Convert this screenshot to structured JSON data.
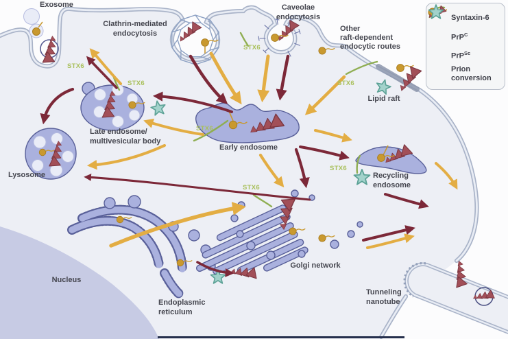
{
  "labels": {
    "exosome": "Exosome",
    "clathrin_l1": "Clathrin-mediated",
    "clathrin_l2": "endocytosis",
    "caveolae_l1": "Caveolae",
    "caveolae_l2": "endocytosis",
    "other_l1": "Other",
    "other_l2": "raft-dependent",
    "other_l3": "endocytic routes",
    "lipid_raft": "Lipid raft",
    "early_endosome": "Early endosome",
    "late_l1": "Late endosome/",
    "late_l2": "multivesicular body",
    "lysosome": "Lysosome",
    "recycling_l1": "Recycling",
    "recycling_l2": "endosome",
    "golgi": "Golgi network",
    "nucleus": "Nucleus",
    "er_l1": "Endoplasmic",
    "er_l2": "reticulum",
    "tnt_l1": "Tunneling",
    "tnt_l2": "nanotube",
    "stx6": "STX6"
  },
  "legend": {
    "syntaxin_label": "Syntaxin-6",
    "prpc_label": "PrP",
    "prpc_sup": "C",
    "prpsc_label": "PrP",
    "prpsc_sup": "Sc",
    "prion_l1": "Prion",
    "prion_l2": "conversion"
  },
  "colors": {
    "dark_red": "#7c2838",
    "gold": "#e3ad43",
    "gold_dark": "#c9992f",
    "membrane": "#a9b3c8",
    "interior": "#edeff5",
    "organelle": "#aab1de",
    "organelle_outline": "#596099",
    "nucleus": "#c7cbe4",
    "star_fill": "#a2d2cb",
    "green": "#8fae52",
    "stx6": "#a9c05c",
    "label": "#45464f",
    "tri": "#a24f58",
    "navy": "#26304d"
  }
}
